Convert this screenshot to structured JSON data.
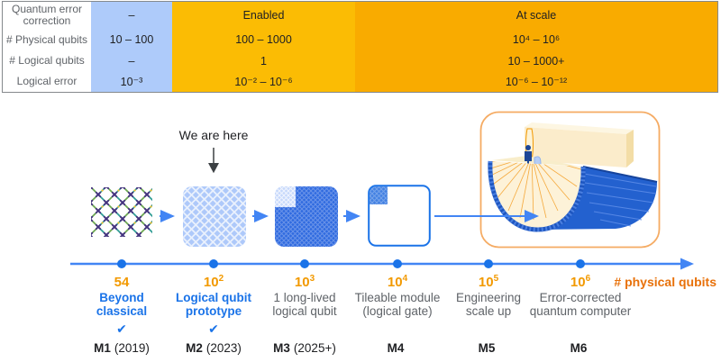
{
  "table": {
    "row_labels": [
      "Quantum error correction",
      "# Physical qubits",
      "# Logical qubits",
      "Logical error"
    ],
    "columns": [
      {
        "name": "phase-1",
        "bg": "#aecbfa",
        "values": [
          "–",
          "10 – 100",
          "–",
          "10⁻³"
        ]
      },
      {
        "name": "phase-2",
        "bg": "#fbbc04",
        "values": [
          "Enabled",
          "100 – 1000",
          "1",
          "10⁻² – 10⁻⁶"
        ]
      },
      {
        "name": "phase-3",
        "bg": "#f9ab00",
        "values": [
          "At scale",
          "10⁴ – 10⁶",
          "10 – 1000+",
          "10⁻⁶ – 10⁻¹²"
        ]
      }
    ]
  },
  "annotation": {
    "we_are_here": "We are here"
  },
  "timeline": {
    "axis_label": "# physical qubits",
    "check_glyph": "✔",
    "milestones": [
      {
        "qubits_base": "54",
        "qubits_exp": "",
        "name_line1": "Beyond",
        "name_line2": "classical",
        "id": "M1",
        "year": "(2019)"
      },
      {
        "qubits_base": "10",
        "qubits_exp": "2",
        "name_line1": "Logical qubit",
        "name_line2": "prototype",
        "id": "M2",
        "year": "(2023)"
      },
      {
        "qubits_base": "10",
        "qubits_exp": "3",
        "name_line1": "1 long-lived",
        "name_line2": "logical qubit",
        "id": "M3",
        "year": "(2025+)"
      },
      {
        "qubits_base": "10",
        "qubits_exp": "4",
        "name_line1": "Tileable module",
        "name_line2": "(logical gate)",
        "id": "M4",
        "year": ""
      },
      {
        "qubits_base": "10",
        "qubits_exp": "5",
        "name_line1": "Engineering",
        "name_line2": "scale up",
        "id": "M5",
        "year": ""
      },
      {
        "qubits_base": "10",
        "qubits_exp": "6",
        "name_line1": "Error-corrected",
        "name_line2": "quantum computer",
        "id": "M6",
        "year": ""
      }
    ]
  },
  "icons": {
    "icon1": "noisy-physical-qubit-array",
    "icon2": "logical-qubit-prototype-tile",
    "icon3": "long-lived-logical-qubit-tile",
    "icon4": "tileable-module-tile",
    "illustration": "error-corrected-quantum-computer"
  },
  "colors": {
    "accent_blue": "#1a73e8",
    "arrow_blue": "#4285f4",
    "number_orange": "#f29900",
    "axis_label_orange": "#e8710a",
    "table_blue": "#aecbfa",
    "table_gold": "#fbbc04",
    "table_orange": "#f9ab00",
    "gray_text": "#5f6368"
  }
}
